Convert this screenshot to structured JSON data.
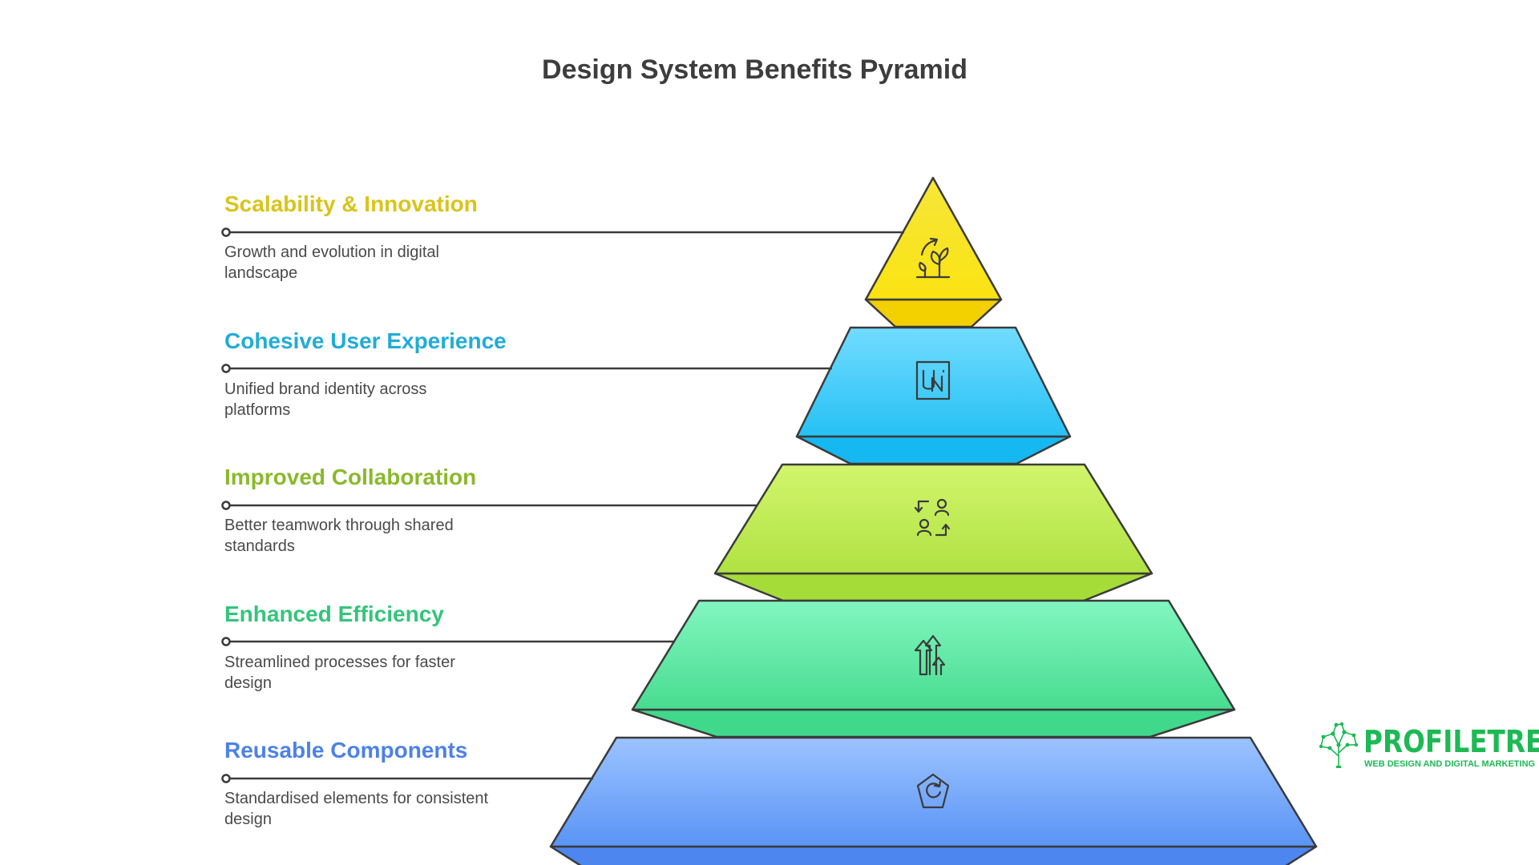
{
  "title": "Design System Benefits Pyramid",
  "levels": [
    {
      "heading": "Scalability & Innovation",
      "description": "Growth and evolution in digital landscape",
      "color": "#d9c41a",
      "icon": "plant-growth-icon"
    },
    {
      "heading": "Cohesive User Experience",
      "description": "Unified brand identity across platforms",
      "color": "#22acd6",
      "icon": "ui-frame-icon"
    },
    {
      "heading": "Improved Collaboration",
      "description": "Better teamwork through shared standards",
      "color": "#8ab92c",
      "icon": "user-exchange-icon"
    },
    {
      "heading": "Enhanced Efficiency",
      "description": "Streamlined processes for faster design",
      "color": "#35c47c",
      "icon": "arrows-up-icon"
    },
    {
      "heading": "Reusable Components",
      "description": "Standardised elements for consistent design",
      "color": "#4d82e6",
      "icon": "refresh-pentagon-icon"
    }
  ],
  "logo": {
    "name": "PROFILETREE",
    "tagline": "WEB DESIGN AND DIGITAL MARKETING",
    "color": "#1db954",
    "icon": "tree-network-icon"
  }
}
